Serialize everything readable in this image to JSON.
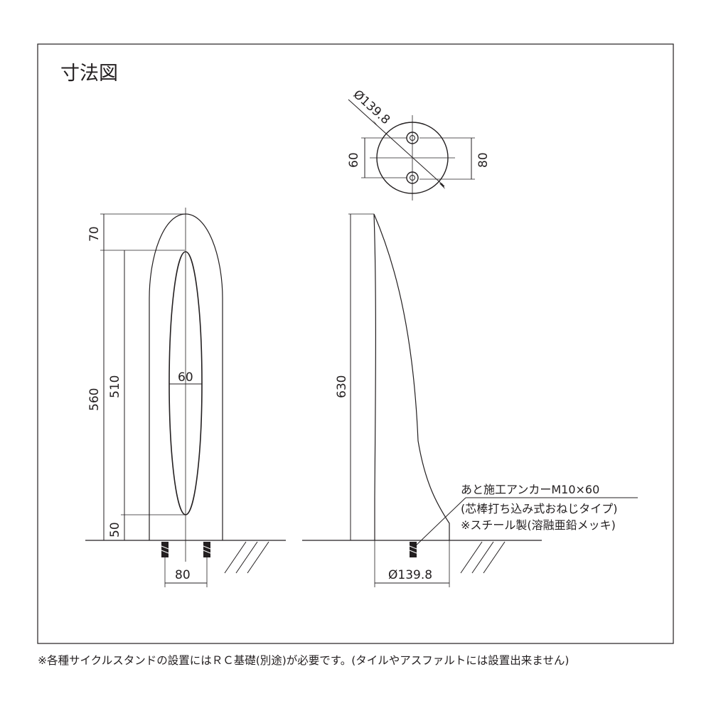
{
  "title": "寸法図",
  "top_view": {
    "diameter_label": "Ø139.8",
    "dim_left": "60",
    "dim_right": "80"
  },
  "front_view": {
    "dim_70": "70",
    "dim_560": "560",
    "dim_510": "510",
    "dim_50": "50",
    "dim_60": "60",
    "dim_80": "80"
  },
  "side_view": {
    "dim_630": "630",
    "dim_base": "Ø139.8"
  },
  "anchor_note": {
    "line1": "あと施工アンカーM10×60",
    "line2": "(芯棒打ち込み式おねじタイプ)",
    "line3": "※スチール製(溶融亜鉛メッキ)"
  },
  "footer_note": "※各種サイクルスタンドの設置にはＲＣ基礎(別途)が必要です。(タイルやアスファルトには設置出来ません)"
}
